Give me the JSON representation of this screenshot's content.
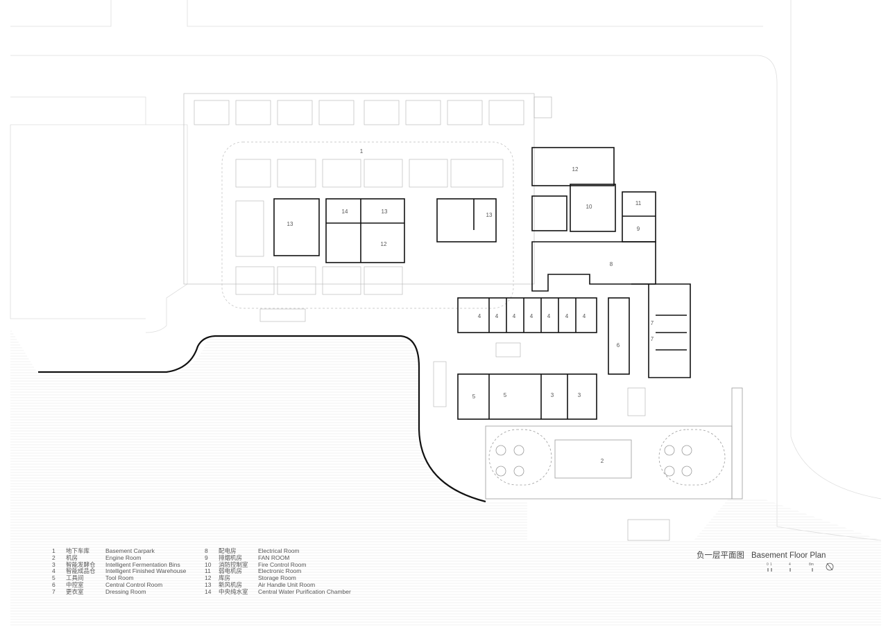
{
  "plan": {
    "title_zh": "负一层平面图",
    "title_en": "Basement Floor Plan",
    "scale_ticks": [
      "0",
      "1",
      "4",
      "8m"
    ],
    "room_labels": [
      "1",
      "12",
      "13",
      "14",
      "13",
      "12",
      "13",
      "10",
      "11",
      "9",
      "8",
      "4",
      "4",
      "4",
      "4",
      "4",
      "4",
      "4",
      "6",
      "7",
      "7",
      "5",
      "5",
      "3",
      "3",
      "2"
    ]
  },
  "legend": [
    {
      "num": "1",
      "zh": "地下车库",
      "en": "Basement Carpark"
    },
    {
      "num": "2",
      "zh": "机房",
      "en": "Engine Room"
    },
    {
      "num": "3",
      "zh": "智能发酵仓",
      "en": "Intelligent Fermentation Bins"
    },
    {
      "num": "4",
      "zh": "智能成品仓",
      "en": "Intelligent Finished Warehouse"
    },
    {
      "num": "5",
      "zh": "工具间",
      "en": "Tool Room"
    },
    {
      "num": "6",
      "zh": "中控室",
      "en": "Central Control Room"
    },
    {
      "num": "7",
      "zh": "更衣室",
      "en": "Dressing Room"
    },
    {
      "num": "8",
      "zh": "配电房",
      "en": "Electrical Room"
    },
    {
      "num": "9",
      "zh": "排烟机房",
      "en": "FAN ROOM"
    },
    {
      "num": "10",
      "zh": "消防控制室",
      "en": "Fire Control Room"
    },
    {
      "num": "11",
      "zh": "弱电机房",
      "en": "Electronic Room"
    },
    {
      "num": "12",
      "zh": "库房",
      "en": "Storage Room"
    },
    {
      "num": "13",
      "zh": "新风机房",
      "en": "Air Handle Unit Room"
    },
    {
      "num": "14",
      "zh": "中央纯水室",
      "en": "Central Water Purification Chamber"
    }
  ]
}
